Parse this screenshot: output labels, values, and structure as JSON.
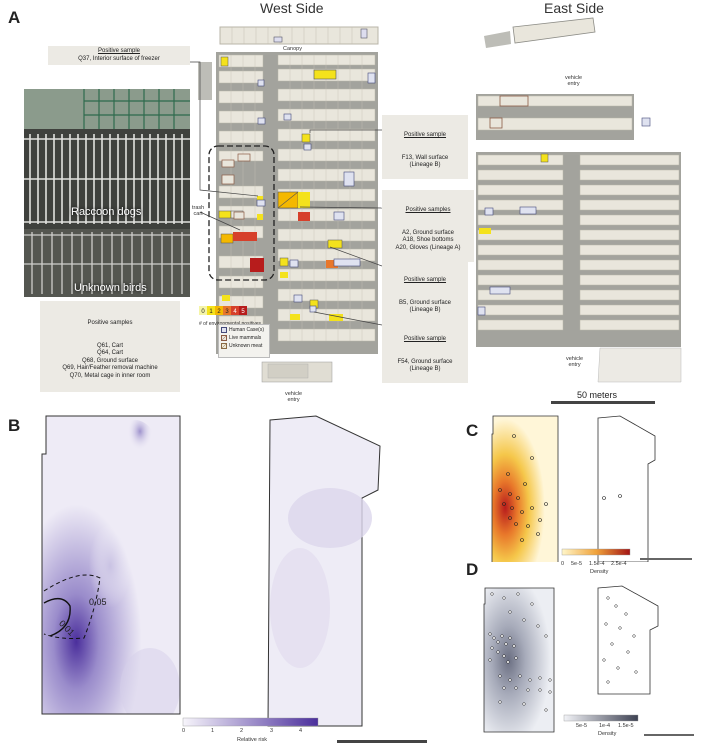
{
  "panels": {
    "a": "A",
    "b": "B",
    "c": "C",
    "d": "D"
  },
  "titles": {
    "west": "West Side",
    "east": "East Side"
  },
  "map_labels": {
    "canopy": "Canopy",
    "vehicle_entry_east_top": "vehicle\nentry",
    "vehicle_entry_east_bottom": "vehicle\nentry",
    "vehicle_entry_west": "vehicle\nentry",
    "trash_cart": "trash\ncart",
    "scale": "50 meters"
  },
  "callouts": {
    "q37": {
      "header": "Positive sample",
      "body": "Q37, Interior surface of freezer"
    },
    "f13": {
      "header": "Positive sample",
      "body": "F13, Wall surface\n(Lineage B)"
    },
    "a2": {
      "header": "Positive samples",
      "body": "A2, Ground surface\nA18, Shoe bottoms\nA20, Gloves (Lineage A)"
    },
    "b5": {
      "header": "Positive sample",
      "body": "B5, Ground surface\n(Lineage B)"
    },
    "f54": {
      "header": "Positive sample",
      "body": "F54, Ground surface\n(Lineage B)"
    },
    "q61": {
      "header": "Positive samples",
      "body": "Q61, Cart\nQ64, Cart\nQ68, Ground surface\nQ69, Hair/Feather removal machine\nQ70, Metal cage in inner room"
    }
  },
  "photo": {
    "raccoon": "Raccoon dogs",
    "birds": "Unknown birds"
  },
  "env_legend": {
    "title": "# of environmental positives",
    "values": [
      "0",
      "1",
      "2",
      "3",
      "4",
      "5"
    ],
    "colors": [
      "#f5f5a8",
      "#f4e21c",
      "#f5b800",
      "#e8772a",
      "#d6402b",
      "#b71c1c"
    ]
  },
  "key_legend": {
    "items": [
      {
        "label": "Human Case(s)",
        "icon": "human-case-icon"
      },
      {
        "label": "Live mammals",
        "icon": "live-mammals-icon"
      },
      {
        "label": "Unknown meat",
        "icon": "unknown-meat-icon"
      }
    ]
  },
  "panel_b": {
    "contours": [
      "0.05",
      "0.01"
    ],
    "colorbar": {
      "title": "Relative risk",
      "ticks": [
        "0",
        "1",
        "2",
        "3",
        "4"
      ]
    }
  },
  "panel_c": {
    "colorbar": {
      "title": "Density",
      "ticks": [
        "0",
        "5e-5",
        "1.5e-4",
        "2.5e-4"
      ]
    }
  },
  "panel_d": {
    "colorbar": {
      "title": "Density",
      "ticks": [
        "5e-5",
        "1e-4",
        "1.5e-5"
      ]
    }
  },
  "colors": {
    "stall_fill": "#e9e6dc",
    "stall_line": "#b9b5a8",
    "corridor": "#9c9c96",
    "risk_purple": "#5b3fa8"
  }
}
